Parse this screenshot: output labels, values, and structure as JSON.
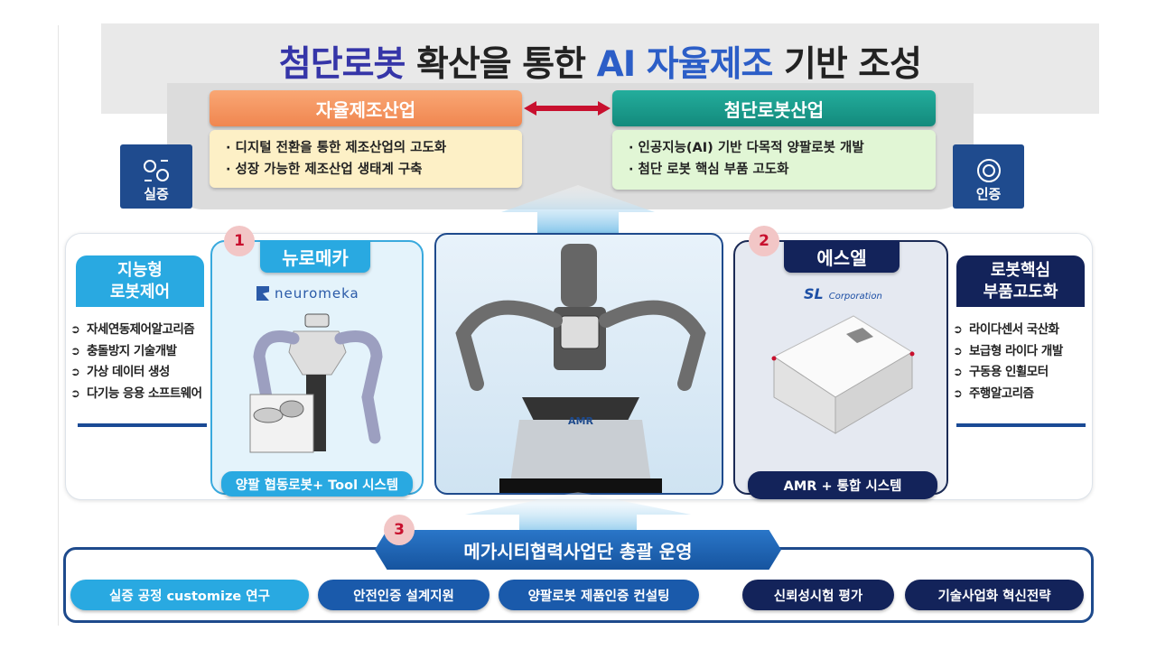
{
  "title": {
    "part1": "첨단로봇",
    "part2": " 확산을 통한 ",
    "part3": "AI 자율제조",
    "part4": " 기반 조성"
  },
  "industries": [
    {
      "label": "자율제조산업",
      "items": [
        "· 디지털 전환을 통한 제조산업의 고도화",
        "· 성장 가능한 제조산업 생태계 구축"
      ],
      "color": "#f4915c"
    },
    {
      "label": "첨단로봇산업",
      "items": [
        "· 인공지능(AI) 기반 다목적 양팔로봇 개발",
        "· 첨단 로봇 핵심 부품 고도화"
      ],
      "color": "#18998b"
    }
  ],
  "badges": {
    "left": "실증",
    "right": "인증"
  },
  "left_side": {
    "header": [
      "지능형",
      "로봇제어"
    ],
    "items": [
      "자세연동제어알고리즘",
      "충돌방지 기술개발",
      "가상 데이터 생성",
      "다기능 응용 소프트웨어"
    ]
  },
  "right_side": {
    "header": [
      "로봇핵심",
      "부품고도화"
    ],
    "items": [
      "라이다센서 국산화",
      "보급형 라이다 개발",
      "구동용 인휠모터",
      "주행알고리즘"
    ]
  },
  "companies": [
    {
      "number": "1",
      "name": "뉴로메카",
      "logo": "neuromeka",
      "caption": "양팔 협동로봇+ Tool 시스템"
    },
    {
      "number": "2",
      "name": "에스엘",
      "logo_main": "SL",
      "logo_sub": "Corporation",
      "caption": "AMR + 통합 시스템"
    }
  ],
  "center_robot": {
    "base_label": "AMR"
  },
  "operation": {
    "number": "3",
    "title": "메가시티협력사업단 총괄 운영",
    "pills": [
      "실증 공정 customize 연구",
      "안전인증 설계지원",
      "양팔로봇 제품인증 컨설팅",
      "신뢰성시험 평가",
      "기술사업화 혁신전략"
    ]
  },
  "colors": {
    "light_blue": "#29a9e1",
    "mid_blue": "#1a5aab",
    "navy": "#13235a",
    "red_arrow": "#c8102e"
  }
}
